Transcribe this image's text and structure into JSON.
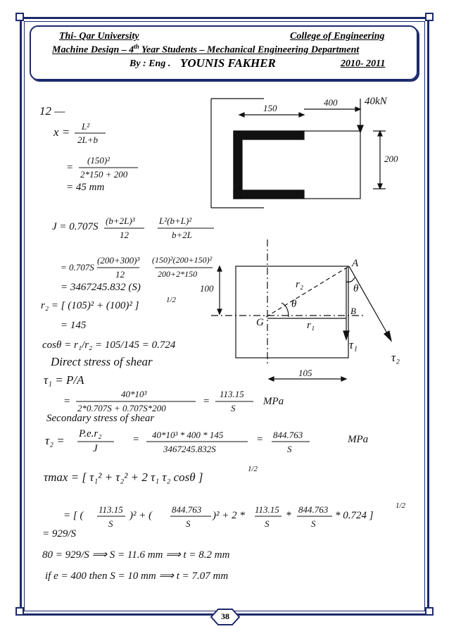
{
  "header": {
    "university": "Thi- Qar University",
    "college": "College of Engineering",
    "course_pre": "Machine Design – 4",
    "course_sup": "th",
    "course_post": "  Year Students – Mechanical Engineering Department",
    "author_prefix": "By : Eng .",
    "author_name": "YOUNIS FAKHER",
    "years": "2010- 2011"
  },
  "problem": {
    "number": "12 —",
    "x_formula": "x =",
    "x_frac_num": "L²",
    "x_frac_den": "2L+b",
    "x_sub_eq": "=",
    "x_sub_num": "(150)²",
    "x_sub_den": "2*150 + 200",
    "x_result": "=  45 mm",
    "J_label": "J = 0.707S",
    "J_term1_num": "(b+2L)³",
    "J_term1_den": "12",
    "J_term2_num": "L²(b+L)²",
    "J_term2_den": "b+2L",
    "J_sub_prefix": "= 0.707S",
    "J_sub1_num": "(200+300)³",
    "J_sub1_den": "12",
    "J_sub2_num": "(150)²(200+150)²",
    "J_sub2_den": "200+2*150",
    "J_result": "= 3467245.832 (S)",
    "r2_eq": "r₂ = [ (105)² + (100)² ]",
    "r2_exp": "1/2",
    "r2_result": "= 145",
    "cos_eq": "cosθ = r₁/r₂ = 105/145 = 0.724",
    "direct_title": "Direct stress of shear",
    "tau1_eq": "τ₁ = P/A",
    "tau1_sub_eq": "=",
    "tau1_sub_num": "40*10³",
    "tau1_sub_den": "2*0.707S + 0.707S*200",
    "tau1_res_eq": "=",
    "tau1_res_num": "113.15",
    "tau1_res_den": "S",
    "tau1_unit": "MPa",
    "secondary_title": "Secondary stress of shear",
    "tau2_eq": "τ₂ =",
    "tau2_num": "P.e.r₂",
    "tau2_den": "J",
    "tau2_sub_eq": "=",
    "tau2_sub_num": "40*10³ * 400 * 145",
    "tau2_sub_den": "3467245.832S",
    "tau2_res_eq": "=",
    "tau2_res_num": "844.763",
    "tau2_res_den": "S",
    "tau2_unit": "MPa",
    "tmax_eq": "τmax = [ τ₁² + τ₂² + 2 τ₁ τ₂ cosθ ]",
    "tmax_exp": "1/2",
    "tmax_sub_open": "= [ (",
    "tmax_sub_a_num": "113.15",
    "tmax_sub_a_den": "S",
    "tmax_sub_mid1": ")² + (",
    "tmax_sub_b_num": "844.763",
    "tmax_sub_b_den": "S",
    "tmax_sub_mid2": ")² + 2 *",
    "tmax_sub_c_num": "113.15",
    "tmax_sub_c_den": "S",
    "tmax_sub_mid3": "*",
    "tmax_sub_d_num": "844.763",
    "tmax_sub_d_den": "S",
    "tmax_sub_close": "* 0.724 ]",
    "tmax_sub_exp": "1/2",
    "tmax_result": "= 929/S",
    "s_line": "80 = 929/S  ⟹  S = 11.6 mm  ⟹  t = 8.2 mm",
    "if_line": "if   e = 400   then  S = 10 mm  ⟹  t = 7.07 mm"
  },
  "figure_top": {
    "dim_150": "150",
    "dim_400": "400",
    "load": "40kN",
    "dim_200": "200"
  },
  "figure_vector": {
    "label_A": "A",
    "label_B": "B",
    "label_G": "G",
    "label_theta1": "θ",
    "label_theta2": "θ",
    "label_r1": "r₁",
    "label_r2": "r₂",
    "dim_100": "100",
    "dim_105": "105",
    "label_tau1": "τ₁",
    "label_tau2": "τ₂"
  },
  "page_number": "38",
  "colors": {
    "border": "#1d2a6b",
    "ink": "#111111"
  }
}
